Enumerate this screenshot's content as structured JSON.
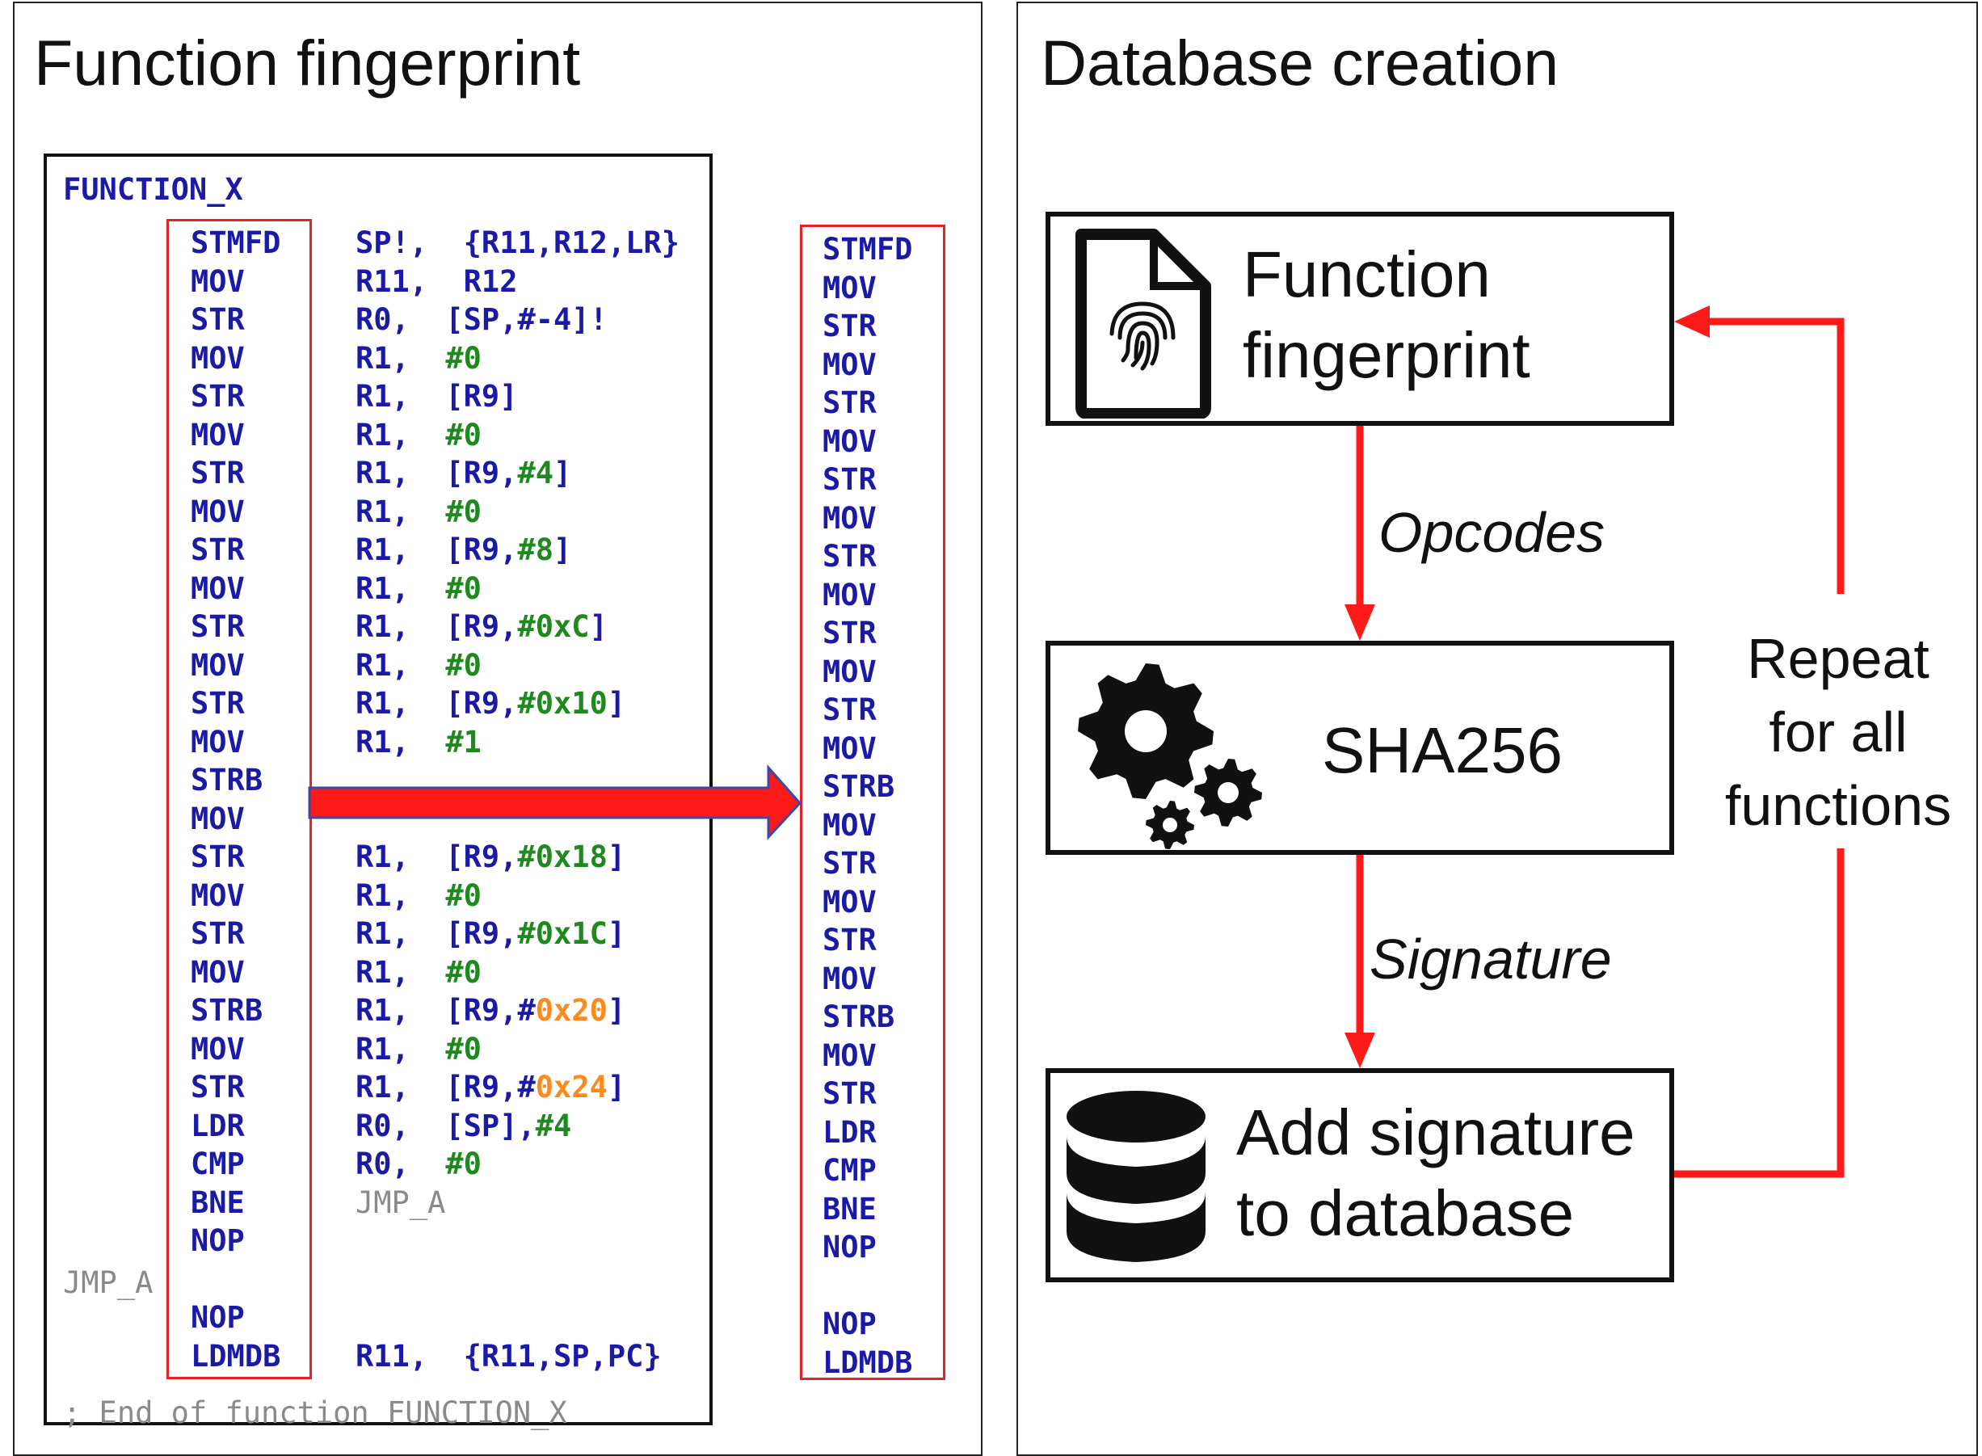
{
  "left_panel": {
    "title": "Function fingerprint",
    "function_name": "FUNCTION_X",
    "code_lines": [
      {
        "op": "STMFD",
        "args": [
          {
            "t": "SP!,  {R11,R12,LR}",
            "c": "blue"
          }
        ]
      },
      {
        "op": "MOV",
        "args": [
          {
            "t": "R11,  R12",
            "c": "blue"
          }
        ]
      },
      {
        "op": "STR",
        "args": [
          {
            "t": "R0,  [SP,#-4]!",
            "c": "blue"
          }
        ]
      },
      {
        "op": "MOV",
        "args": [
          {
            "t": "R1,  ",
            "c": "blue"
          },
          {
            "t": "#0",
            "c": "green"
          }
        ]
      },
      {
        "op": "STR",
        "args": [
          {
            "t": "R1,  [R9]",
            "c": "blue"
          }
        ]
      },
      {
        "op": "MOV",
        "args": [
          {
            "t": "R1,  ",
            "c": "blue"
          },
          {
            "t": "#0",
            "c": "green"
          }
        ]
      },
      {
        "op": "STR",
        "args": [
          {
            "t": "R1,  [R9,",
            "c": "blue"
          },
          {
            "t": "#4",
            "c": "green"
          },
          {
            "t": "]",
            "c": "blue"
          }
        ]
      },
      {
        "op": "MOV",
        "args": [
          {
            "t": "R1,  ",
            "c": "blue"
          },
          {
            "t": "#0",
            "c": "green"
          }
        ]
      },
      {
        "op": "STR",
        "args": [
          {
            "t": "R1,  [R9,",
            "c": "blue"
          },
          {
            "t": "#8",
            "c": "green"
          },
          {
            "t": "]",
            "c": "blue"
          }
        ]
      },
      {
        "op": "MOV",
        "args": [
          {
            "t": "R1,  ",
            "c": "blue"
          },
          {
            "t": "#0",
            "c": "green"
          }
        ]
      },
      {
        "op": "STR",
        "args": [
          {
            "t": "R1,  [R9,",
            "c": "blue"
          },
          {
            "t": "#0xC",
            "c": "green"
          },
          {
            "t": "]",
            "c": "blue"
          }
        ]
      },
      {
        "op": "MOV",
        "args": [
          {
            "t": "R1,  ",
            "c": "blue"
          },
          {
            "t": "#0",
            "c": "green"
          }
        ]
      },
      {
        "op": "STR",
        "args": [
          {
            "t": "R1,  [R9,",
            "c": "blue"
          },
          {
            "t": "#0x10",
            "c": "green"
          },
          {
            "t": "]",
            "c": "blue"
          }
        ]
      },
      {
        "op": "MOV",
        "args": [
          {
            "t": "R1,  ",
            "c": "blue"
          },
          {
            "t": "#1",
            "c": "green"
          }
        ]
      },
      {
        "op": "STRB",
        "args": []
      },
      {
        "op": "MOV",
        "args": []
      },
      {
        "op": "STR",
        "args": [
          {
            "t": "R1,  [R9,",
            "c": "blue"
          },
          {
            "t": "#0x18",
            "c": "green"
          },
          {
            "t": "]",
            "c": "blue"
          }
        ]
      },
      {
        "op": "MOV",
        "args": [
          {
            "t": "R1,  ",
            "c": "blue"
          },
          {
            "t": "#0",
            "c": "green"
          }
        ]
      },
      {
        "op": "STR",
        "args": [
          {
            "t": "R1,  [R9,",
            "c": "blue"
          },
          {
            "t": "#0x1C",
            "c": "green"
          },
          {
            "t": "]",
            "c": "blue"
          }
        ]
      },
      {
        "op": "MOV",
        "args": [
          {
            "t": "R1,  ",
            "c": "blue"
          },
          {
            "t": "#0",
            "c": "green"
          }
        ]
      },
      {
        "op": "STRB",
        "args": [
          {
            "t": "R1,  [R9,#",
            "c": "blue"
          },
          {
            "t": "0x20",
            "c": "orange"
          },
          {
            "t": "]",
            "c": "blue"
          }
        ]
      },
      {
        "op": "MOV",
        "args": [
          {
            "t": "R1,  ",
            "c": "blue"
          },
          {
            "t": "#0",
            "c": "green"
          }
        ]
      },
      {
        "op": "STR",
        "args": [
          {
            "t": "R1,  [R9,#",
            "c": "blue"
          },
          {
            "t": "0x24",
            "c": "orange"
          },
          {
            "t": "]",
            "c": "blue"
          }
        ]
      },
      {
        "op": "LDR",
        "args": [
          {
            "t": "R0,  [SP],",
            "c": "blue"
          },
          {
            "t": "#4",
            "c": "green"
          }
        ]
      },
      {
        "op": "CMP",
        "args": [
          {
            "t": "R0,  ",
            "c": "blue"
          },
          {
            "t": "#0",
            "c": "green"
          }
        ]
      },
      {
        "op": "BNE",
        "args": [
          {
            "t": "JMP_A",
            "c": "gray"
          }
        ]
      },
      {
        "op": "NOP",
        "args": []
      },
      {
        "label": "JMP_A"
      },
      {
        "op": "NOP",
        "args": []
      },
      {
        "op": "LDMDB",
        "args": [
          {
            "t": "R11,  {R11,SP,PC}",
            "c": "blue"
          }
        ]
      }
    ],
    "end_comment": "; End of function FUNCTION_X"
  },
  "opcodes_column": [
    "STMFD",
    "MOV",
    "STR",
    "MOV",
    "STR",
    "MOV",
    "STR",
    "MOV",
    "STR",
    "MOV",
    "STR",
    "MOV",
    "STR",
    "MOV",
    "STRB",
    "MOV",
    "STR",
    "MOV",
    "STR",
    "MOV",
    "STRB",
    "MOV",
    "STR",
    "LDR",
    "CMP",
    "BNE",
    "NOP",
    "",
    "NOP",
    "LDMDB"
  ],
  "right_panel": {
    "title": "Database creation",
    "node_fingerprint": {
      "line1": "Function",
      "line2": "fingerprint",
      "icon": "fingerprint-document-icon"
    },
    "node_hash": {
      "label": "SHA256",
      "icon": "gears-icon"
    },
    "node_db": {
      "line1": "Add signature",
      "line2": "to database",
      "icon": "database-icon"
    },
    "edge_opcodes": "Opcodes",
    "edge_signature": "Signature",
    "loop_label": {
      "line1": "Repeat",
      "line2": "for all",
      "line3": "functions"
    }
  },
  "colors": {
    "arrow_red": "#ff1a1a",
    "box_red": "#e8202a",
    "code_blue": "#1a1aa6",
    "code_green": "#1e8a1e",
    "code_orange": "#ff8a1a"
  }
}
